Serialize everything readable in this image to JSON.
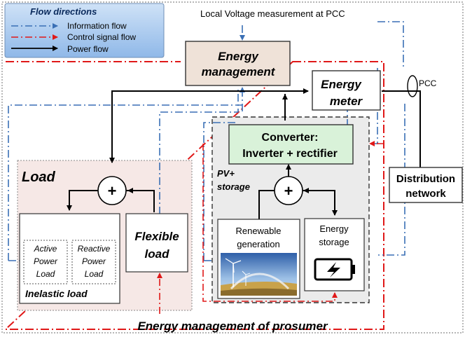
{
  "legend": {
    "title": "Flow directions",
    "items": [
      {
        "label": "Information flow",
        "color": "#3a6fb5",
        "style": "dash-dot"
      },
      {
        "label": "Control signal flow",
        "color": "#e01818",
        "style": "dash-dot"
      },
      {
        "label": "Power flow",
        "color": "#000000",
        "style": "solid"
      }
    ]
  },
  "header_label": "Local Voltage measurement at PCC",
  "pcc_label": "PCC",
  "energy_management": {
    "line1": "Energy",
    "line2": "management"
  },
  "energy_meter": {
    "line1": "Energy",
    "line2": "meter"
  },
  "converter": {
    "line1": "Converter:",
    "line2": "Inverter + rectifier"
  },
  "distribution": {
    "line1": "Distribution",
    "line2": "network"
  },
  "load_title": "Load",
  "pv_storage": {
    "line1": "PV+",
    "line2": "storage"
  },
  "plus_symbol": "+",
  "active_load": {
    "line1": "Active",
    "line2": "Power",
    "line3": "Load"
  },
  "reactive_load": {
    "line1": "Reactive",
    "line2": "Power",
    "line3": "Load"
  },
  "inelastic_label": "Inelastic load",
  "flexible_load": {
    "line1": "Flexible",
    "line2": "load"
  },
  "renewable": {
    "line1": "Renewable",
    "line2": "generation"
  },
  "storage": {
    "line1": "Energy",
    "line2": "storage"
  },
  "footer_label": "Energy management of prosumer",
  "colors": {
    "info": "#3a6fb5",
    "control": "#e01818",
    "power": "#000000",
    "em_fill": "#efe2d8",
    "converter_fill": "#d9f2d9",
    "load_fill": "#f6e8e6",
    "legend_fill": "#a9cbef"
  }
}
